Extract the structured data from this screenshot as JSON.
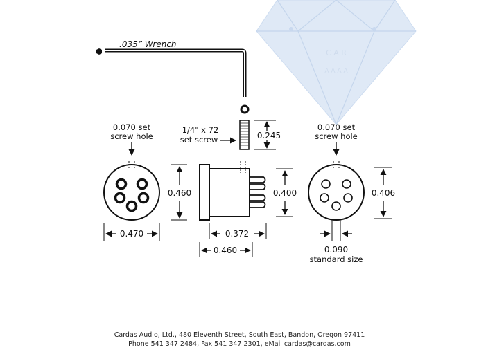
{
  "wrench": {
    "label": ".035” Wrench"
  },
  "set_screw": {
    "label_line1": "1/4\" x 72",
    "label_line2": "set screw",
    "height_dim": "0.245"
  },
  "left_view": {
    "note_line1": "0.070 set",
    "note_line2": "screw hole",
    "height_dim": "0.460",
    "width_dim": "0.470"
  },
  "side_view": {
    "height_dim": "0.400",
    "body_dim": "0.372",
    "total_dim": "0.460"
  },
  "right_view": {
    "note_line1": "0.070 set",
    "note_line2": "screw hole",
    "height_dim": "0.406",
    "pin_dim": "0.090",
    "pin_note": "standard size"
  },
  "footer": {
    "line1": "Cardas Audio, Ltd., 480 Eleventh Street, South East, Bandon, Oregon 97411",
    "line2": "Phone 541 347 2484, Fax 541 347 2301, eMail cardas@cardas.com"
  },
  "colors": {
    "ink": "#111111",
    "watermark": "#dfe9f6"
  }
}
